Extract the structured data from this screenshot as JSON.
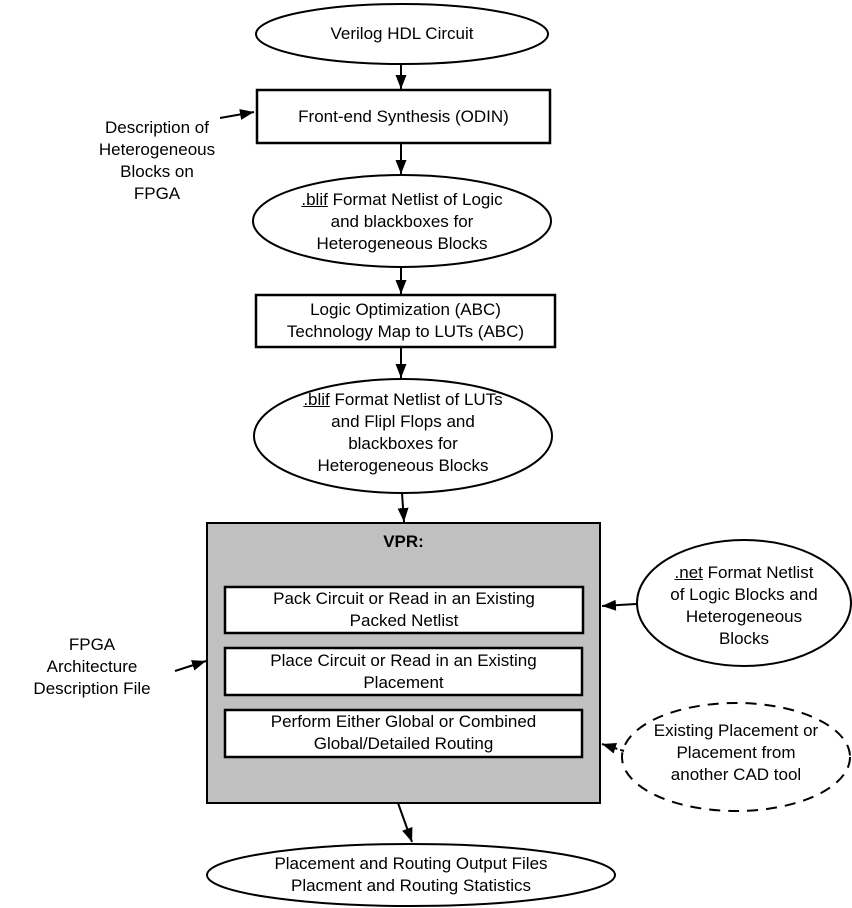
{
  "colors": {
    "vpr_fill": "#c0c0c0",
    "stroke": "#000000",
    "shape_fill": "#ffffff",
    "background": "#ffffff"
  },
  "nodes": {
    "verilog": {
      "text": "Verilog HDL Circuit"
    },
    "frontend": {
      "text": "Front-end Synthesis (ODIN)"
    },
    "desc_blocks": {
      "lines": [
        "Description of",
        "Heterogeneous",
        "Blocks on",
        "FPGA"
      ]
    },
    "blif_netlist_1": {
      "u": ".blif",
      "rest": " Format Netlist of Logic",
      "lines": [
        "and blackboxes for",
        "Heterogeneous Blocks"
      ]
    },
    "logic_opt": {
      "lines": [
        "Logic Optimization (ABC)",
        "Technology Map to LUTs (ABC)"
      ]
    },
    "blif_netlist_2": {
      "u": ".blif",
      "rest": " Format Netlist of LUTs",
      "lines": [
        "and Flipl Flops and",
        "blackboxes for",
        "Heterogeneous Blocks"
      ]
    },
    "vpr": {
      "title": "VPR:"
    },
    "pack": {
      "lines": [
        "Pack Circuit or Read in an Existing",
        "Packed Netlist"
      ]
    },
    "place": {
      "lines": [
        "Place Circuit or Read in an Existing",
        "Placement"
      ]
    },
    "route": {
      "lines": [
        "Perform Either Global or Combined",
        "Global/Detailed Routing"
      ]
    },
    "net_netlist": {
      "u": ".net",
      "rest": " Format Netlist",
      "lines": [
        "of Logic Blocks and",
        "Heterogeneous",
        "Blocks"
      ]
    },
    "existing_placement": {
      "lines": [
        "Existing Placement or",
        "Placement from",
        "another CAD tool"
      ]
    },
    "fpga_arch": {
      "lines": [
        "FPGA",
        "Architecture",
        "Description File"
      ]
    },
    "output": {
      "lines": [
        "Placement and Routing Output Files",
        "Placment and Routing Statistics"
      ]
    }
  }
}
